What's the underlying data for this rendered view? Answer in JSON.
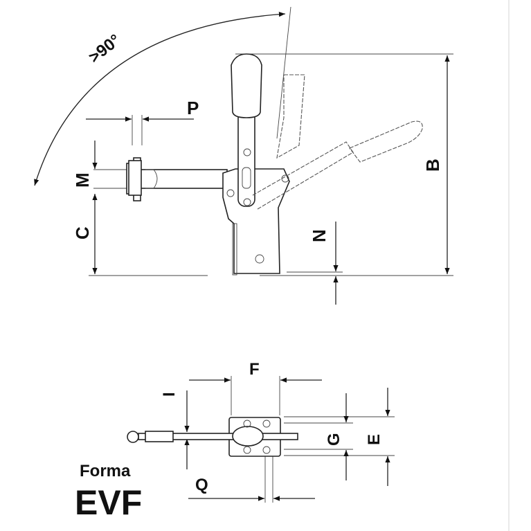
{
  "drawing": {
    "angle_label": ">90°",
    "dimensions": {
      "P": "P",
      "M": "M",
      "C": "C",
      "N": "N",
      "B": "B",
      "F": "F",
      "I": "I",
      "G": "G",
      "E": "E",
      "Q": "Q"
    },
    "caption": {
      "prefix": "Forma",
      "model": "EVF"
    }
  }
}
